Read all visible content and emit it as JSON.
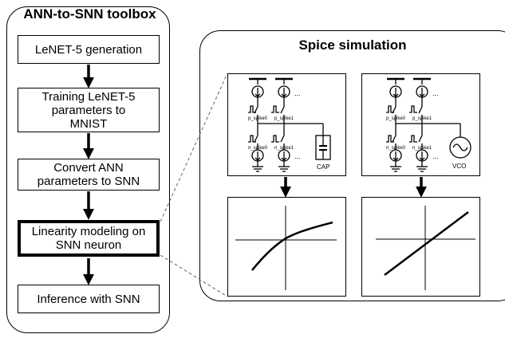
{
  "left_panel": {
    "title": "ANN-to-SNN toolbox",
    "steps": [
      {
        "label": "LeNET-5 generation"
      },
      {
        "label": "Training LeNET-5\nparameters to\nMNIST"
      },
      {
        "label": "Convert ANN\nparameters to SNN"
      },
      {
        "label": "Linearity modeling on\nSNN neuron"
      },
      {
        "label": "Inference with SNN"
      }
    ]
  },
  "right_panel": {
    "title": "Spice simulation",
    "circuits": [
      {
        "p_label_a": "p_spike0",
        "p_label_b": "p_spike1",
        "n_label_a": "n_spike0",
        "n_label_b": "n_spike1",
        "ellipsis": "...",
        "load_label": "CAP"
      },
      {
        "p_label_a": "p_spike0",
        "p_label_b": "p_spike1",
        "n_label_a": "n_spike0",
        "n_label_b": "n_spike1",
        "ellipsis": "...",
        "load_label": "VCO"
      }
    ]
  }
}
